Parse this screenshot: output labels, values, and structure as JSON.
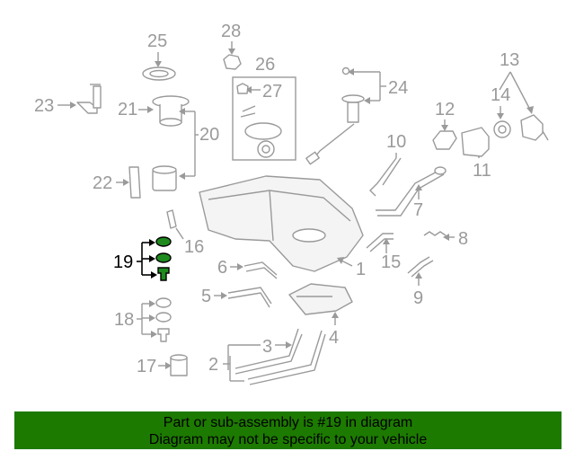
{
  "callouts": {
    "n1": "1",
    "n2": "2",
    "n3": "3",
    "n4": "4",
    "n5": "5",
    "n6": "6",
    "n7": "7",
    "n8": "8",
    "n9": "9",
    "n10": "10",
    "n11": "11",
    "n12": "12",
    "n13": "13",
    "n14": "14",
    "n15": "15",
    "n16": "16",
    "n17": "17",
    "n18": "18",
    "n19": "19",
    "n20": "20",
    "n21": "21",
    "n22": "22",
    "n23": "23",
    "n24": "24",
    "n25": "25",
    "n26": "26",
    "n27": "27",
    "n28": "28"
  },
  "footer": {
    "line1": "Part or sub-assembly is #19 in diagram",
    "line2": "Diagram may not be specific to your vehicle"
  },
  "colors": {
    "highlight_part": "#1e8a1e",
    "banner": "#1d7a00",
    "callout_gray": "#9a9a9a"
  }
}
